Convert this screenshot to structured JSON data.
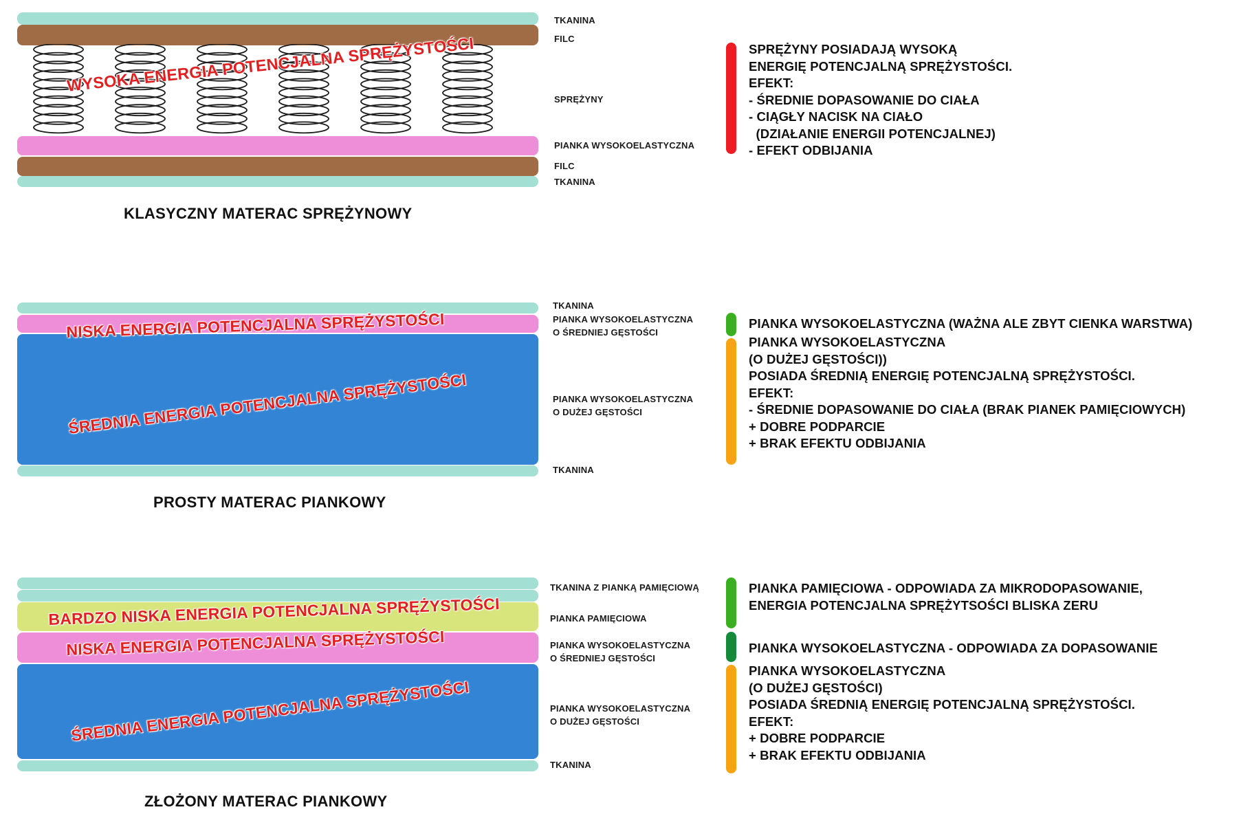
{
  "colors": {
    "fabric": "#a4dfd4",
    "felt": "#a06c45",
    "ha_foam": "#ee8ed8",
    "hd_foam": "#3384d4",
    "memory_foam": "#d7e57c",
    "energy_text": "#e02020",
    "bar_red": "#ee1c25",
    "bar_green": "#3ab020",
    "bar_dark_green": "#158a3b",
    "bar_orange": "#f6a414"
  },
  "section1": {
    "title": "KLASYCZNY MATERAC SPRĘŻYNOWY",
    "energy_label": "WYSOKA ENERGIA POTENCJALNA SPRĘŻYSTOŚCI",
    "layer_labels": [
      "TKANINA",
      "FILC",
      "SPRĘŻYNY",
      "PIANKA WYSOKOELASTYCZNA",
      "FILC",
      "TKANINA"
    ],
    "description": "SPRĘŻYNY POSIADAJĄ WYSOKĄ\nENERGIĘ POTENCJALNĄ SPRĘŻYSTOŚCI.\nEFEKT:\n- ŚREDNIE DOPASOWANIE DO CIAŁA\n- CIĄGŁY NACISK NA CIAŁO\n  (DZIAŁANIE ENERGII POTENCJALNEJ)\n- EFEKT ODBIJANIA"
  },
  "section2": {
    "title": "PROSTY MATERAC PIANKOWY",
    "energy_top": "NISKA ENERGIA POTENCJALNA SPRĘŻYSTOŚCI",
    "energy_main": "ŚREDNIA ENERGIA POTENCJALNA SPRĘŻYSTOŚCI",
    "label_top_fabric": "TKANINA",
    "label_ha_line1": "PIANKA WYSOKOELASTYCZNA",
    "label_ha_line2": "O ŚREDNIEJ GĘSTOŚCI",
    "label_hd_line1": "PIANKA WYSOKOELASTYCZNA",
    "label_hd_line2": "O DUŻEJ GĘSTOŚCI",
    "label_bottom_fabric": "TKANINA",
    "desc_top": "PIANKA WYSOKOELASTYCZNA (WAŻNA ALE ZBYT CIENKA WARSTWA)",
    "desc_main": "PIANKA WYSOKOELASTYCZNA\n(O DUŻEJ GĘSTOŚCI))\nPOSIADA ŚREDNIĄ ENERGIĘ POTENCJALNĄ SPRĘŻYSTOŚCI.\nEFEKT:\n- ŚREDNIE DOPASOWANIE DO CIAŁA (BRAK PIANEK PAMIĘCIOWYCH)\n+ DOBRE PODPARCIE\n+ BRAK EFEKTU ODBIJANIA"
  },
  "section3": {
    "title": "ZŁOŻONY MATERAC PIANKOWY",
    "energy_memory": "BARDZO NISKA ENERGIA POTENCJALNA SPRĘŻYSTOŚCI",
    "energy_ha": "NISKA ENERGIA POTENCJALNA SPRĘŻYSTOŚCI",
    "energy_hd": "ŚREDNIA ENERGIA POTENCJALNA SPRĘŻYSTOŚCI",
    "label_fabric_memory": "TKANINA Z PIANKĄ PAMIĘCIOWĄ",
    "label_memory": "PIANKA PAMIĘCIOWA",
    "label_ha_line1": "PIANKA WYSOKOELASTYCZNA",
    "label_ha_line2": "O ŚREDNIEJ GĘSTOŚCI",
    "label_hd_line1": "PIANKA WYSOKOELASTYCZNA",
    "label_hd_line2": "O DUŻEJ GĘSTOŚCI",
    "label_bottom_fabric": "TKANINA",
    "desc_memory": "PIANKA PAMIĘCIOWA - ODPOWIADA ZA MIKRODOPASOWANIE,\nENERGIA POTENCJALNA SPRĘŻYTSOŚCI BLISKA ZERU",
    "desc_ha": "PIANKA WYSOKOELASTYCZNA - ODPOWIADA ZA DOPASOWANIE",
    "desc_hd": "PIANKA WYSOKOELASTYCZNA\n(O DUŻEJ GĘSTOŚCI)\nPOSIADA ŚREDNIĄ ENERGIĘ POTENCJALNĄ SPRĘŻYSTOŚCI.\nEFEKT:\n+ DOBRE PODPARCIE\n+ BRAK EFEKTU ODBIJANIA"
  }
}
